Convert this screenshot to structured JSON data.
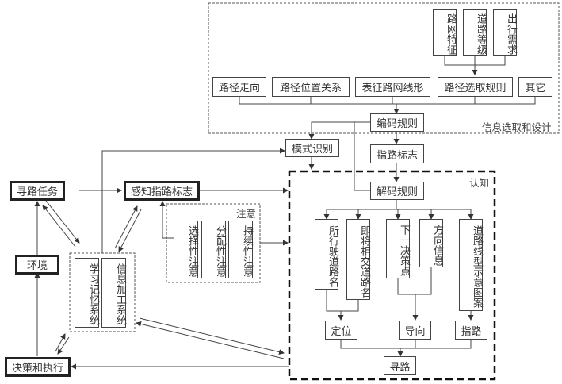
{
  "regions": {
    "info_design": "信息选取和设计",
    "cognition": "认知",
    "attention": "注意"
  },
  "top_factors": [
    "路网特征",
    "道路等级",
    "出行需求"
  ],
  "encoding_elements": [
    "路径走向",
    "路径位置关系",
    "表征路网线形",
    "路径选取规则",
    "其它"
  ],
  "encoding_rule": "编码规则",
  "pattern_recognition": "模式识别",
  "guide_sign": "指路标志",
  "decoding_rule": "解码规则",
  "decoded_items": [
    "所行驶道路名",
    "即将相交道路名",
    "下一决策点",
    "方向信息",
    "道路线型示意图案"
  ],
  "functions": [
    "定位",
    "导向",
    "指路"
  ],
  "wayfinding": "寻路",
  "wayfinding_task": "寻路任务",
  "perceive_sign": "感知指路标志",
  "environment": "环境",
  "decision_execution": "决策和执行",
  "attention_types": [
    "选择性注意",
    "分配性注意",
    "持续性注意"
  ],
  "memory_systems": [
    "学习记忆系统",
    "信息加工系统"
  ]
}
